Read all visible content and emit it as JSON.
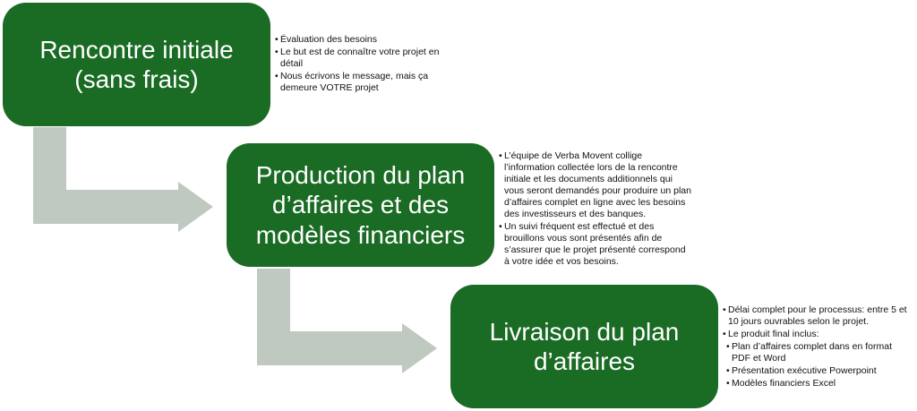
{
  "colors": {
    "box": "#1a6b24",
    "arrow": "#bfc9c0"
  },
  "steps": [
    {
      "title": "Rencontre initiale\n(sans frais)",
      "notes": [
        {
          "text": "Évaluation des besoins"
        },
        {
          "text": "Le but est de connaître votre projet en détail"
        },
        {
          "text": "Nous écrivons le message, mais ça demeure VOTRE projet"
        }
      ]
    },
    {
      "title": "Production du plan\nd’affaires et des\nmodèles financiers",
      "notes": [
        {
          "text": "L’équipe de Verba Movent collige l’information collectée lors de la rencontre initiale et les documents additionnels qui vous seront demandés pour produire un plan d’affaires complet en ligne avec les besoins des investisseurs et des banques."
        },
        {
          "text": "Un suivi fréquent est effectué et des brouillons vous sont présentés afin de s’assurer que le projet présenté correspond à votre idée et vos besoins."
        }
      ]
    },
    {
      "title": "Livraison du plan\nd’affaires",
      "notes": [
        {
          "text": "Délai complet pour le processus: entre 5 et 10 jours ouvrables selon le projet."
        },
        {
          "text": "Le produit final inclus:"
        },
        {
          "text": "Plan d’affaires complet dans en format PDF et Word"
        },
        {
          "text": "Présentation exécutive Powerpoint"
        },
        {
          "text": "Modèles financiers Excel"
        }
      ]
    }
  ]
}
